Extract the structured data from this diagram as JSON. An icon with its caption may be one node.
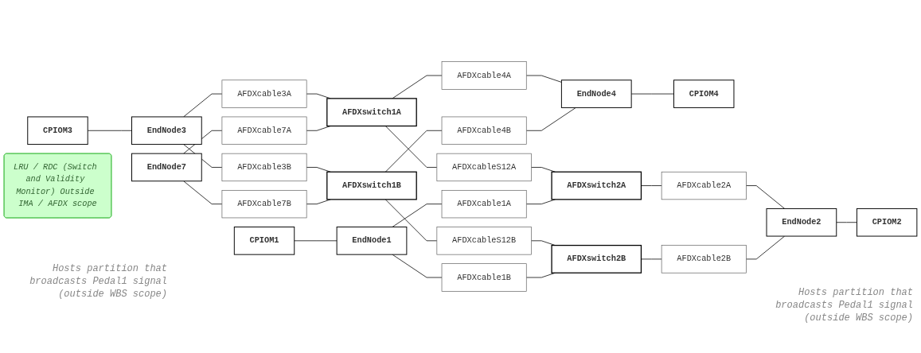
{
  "diagram": {
    "nodes": [
      {
        "text": [
          "CPIOM3"
        ]
      },
      {
        "text": [
          "EndNode3"
        ]
      },
      {
        "text": [
          "AFDXswitch1A"
        ]
      },
      {
        "text": [
          "CPIOM4"
        ]
      },
      {
        "text": [
          "EndNode4"
        ]
      },
      {
        "text": [
          "AFDXswitch1B"
        ]
      },
      {
        "text": [
          "CPIOM2"
        ]
      },
      {
        "text": [
          "EndNode7"
        ]
      },
      {
        "text": [
          "AFDXswitch2A"
        ]
      },
      {
        "text": [
          "EndNode2"
        ]
      },
      {
        "text": [
          "CPIOM1"
        ]
      },
      {
        "text": [
          "EndNode1"
        ]
      },
      {
        "text": [
          "AFDXswitch2B"
        ]
      },
      {
        "text": [
          "AFDXcable3A"
        ]
      },
      {
        "text": [
          "AFDXcable4A"
        ]
      },
      {
        "text": [
          "AFDXcableS12A"
        ]
      },
      {
        "text": [
          "AFDXcable3B"
        ]
      },
      {
        "text": [
          "AFDXcable4B"
        ]
      },
      {
        "text": [
          "AFDXcable7A"
        ]
      },
      {
        "text": [
          "AFDXcable7B"
        ]
      },
      {
        "text": [
          "AFDXcable2A"
        ]
      },
      {
        "text": [
          "AFDXcable1A"
        ]
      },
      {
        "text": [
          "AFDXcableS12B"
        ]
      },
      {
        "text": [
          "AFDXcable2B"
        ]
      },
      {
        "text": [
          "AFDXcable1B"
        ]
      },
      {
        "text": [
          "LRU / RDC (Switch and Validity Monitor) Outside IMA / AFDX scope"
        ]
      }
    ],
    "edges": [
      {
        "from": 0,
        "to": 1,
        "arrow": "none"
      },
      {
        "from": 1,
        "to": 13,
        "arrow": "none"
      },
      {
        "from": 13,
        "to": 2,
        "arrow": "none"
      },
      {
        "from": 1,
        "to": 16,
        "arrow": "none"
      },
      {
        "from": 16,
        "to": 5,
        "arrow": "none"
      },
      {
        "from": 2,
        "to": 14,
        "arrow": "none"
      },
      {
        "from": 14,
        "to": 4,
        "arrow": "none"
      },
      {
        "from": 2,
        "to": 15,
        "arrow": "none"
      },
      {
        "from": 15,
        "to": 8,
        "arrow": "none"
      },
      {
        "from": 5,
        "to": 17,
        "arrow": "none"
      },
      {
        "from": 17,
        "to": 4,
        "arrow": "none"
      },
      {
        "from": 4,
        "to": 3,
        "arrow": "none"
      },
      {
        "from": 7,
        "to": 18,
        "arrow": "none"
      },
      {
        "from": 18,
        "to": 2,
        "arrow": "none"
      },
      {
        "from": 7,
        "to": 19,
        "arrow": "none"
      },
      {
        "from": 19,
        "to": 5,
        "arrow": "none"
      },
      {
        "from": 5,
        "to": 22,
        "arrow": "none"
      },
      {
        "from": 22,
        "to": 12,
        "arrow": "none"
      },
      {
        "from": 10,
        "to": 11,
        "arrow": "none"
      },
      {
        "from": 11,
        "to": 21,
        "arrow": "none"
      },
      {
        "from": 21,
        "to": 8,
        "arrow": "none"
      },
      {
        "from": 11,
        "to": 24,
        "arrow": "none"
      },
      {
        "from": 24,
        "to": 12,
        "arrow": "none"
      },
      {
        "from": 8,
        "to": 20,
        "arrow": "none"
      },
      {
        "from": 20,
        "to": 9,
        "arrow": "none"
      },
      {
        "from": 12,
        "to": 23,
        "arrow": "none"
      },
      {
        "from": 23,
        "to": 9,
        "arrow": "none"
      },
      {
        "from": 9,
        "to": 6,
        "arrow": "none"
      }
    ],
    "labels": [
      "Hosts partition that broadcasts Pedal1 signal (outside WBS scope)",
      "Hosts partition that broadcasts Pedal1 signal (outside WBS scope)"
    ]
  }
}
